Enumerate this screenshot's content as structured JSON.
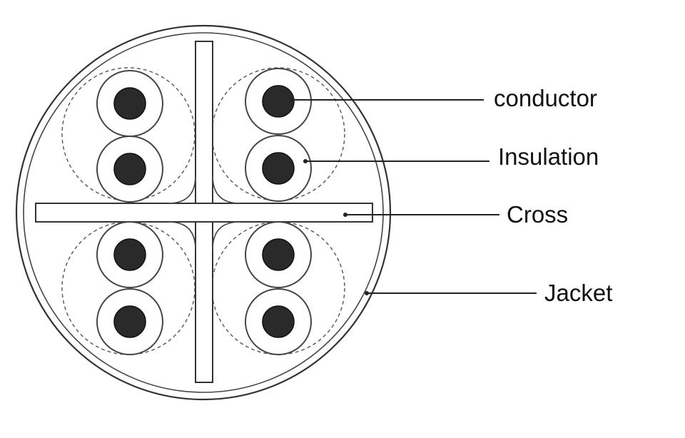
{
  "labels": {
    "conductor": "conductor",
    "insulation": "Insulation",
    "cross": "Cross",
    "jacket": "Jacket"
  },
  "colors": {
    "conductor": "#2a2a2a",
    "lines": "#333333",
    "background": "#ffffff"
  }
}
